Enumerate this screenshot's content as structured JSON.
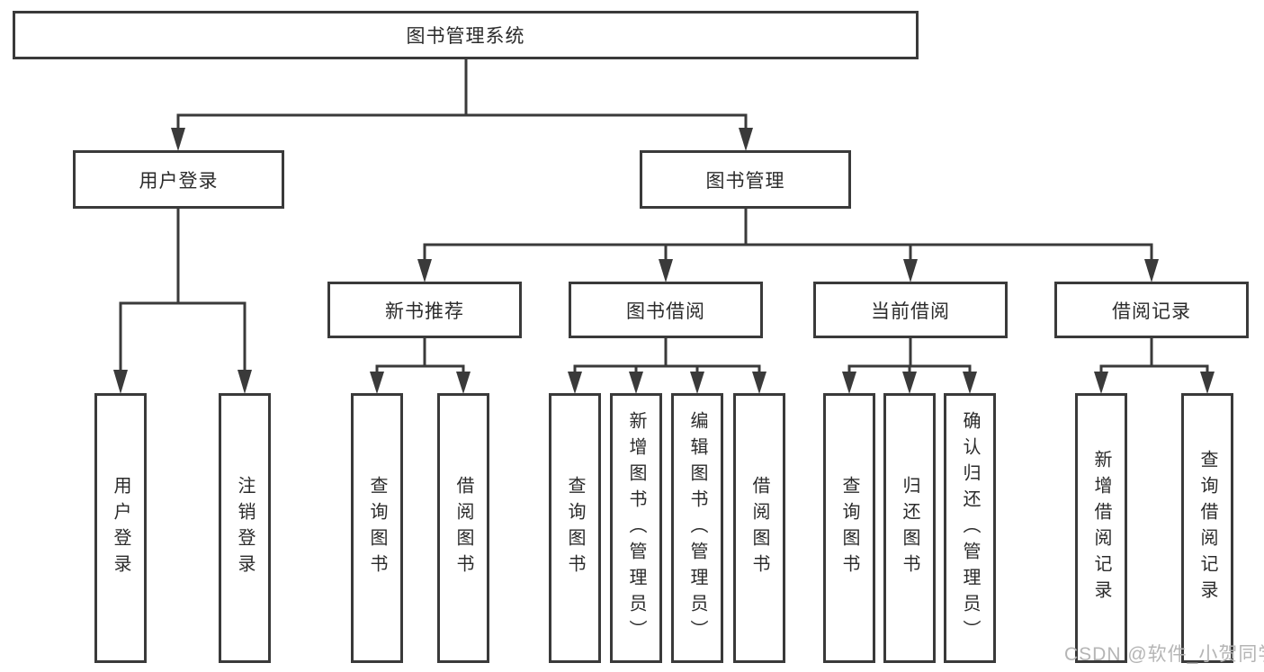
{
  "diagram": {
    "root": {
      "label": "图书管理系统"
    },
    "branches": [
      {
        "label": "用户登录",
        "children": [
          {
            "label": "用户登录"
          },
          {
            "label": "注销登录"
          }
        ]
      },
      {
        "label": "图书管理",
        "children": [
          {
            "label": "新书推荐",
            "children": [
              {
                "label": "查询图书"
              },
              {
                "label": "借阅图书"
              }
            ]
          },
          {
            "label": "图书借阅",
            "children": [
              {
                "label": "查询图书"
              },
              {
                "label": "新增图书（管理员）"
              },
              {
                "label": "编辑图书（管理员）"
              },
              {
                "label": "借阅图书"
              }
            ]
          },
          {
            "label": "当前借阅",
            "children": [
              {
                "label": "查询图书"
              },
              {
                "label": "归还图书"
              },
              {
                "label": "确认归还（管理员）"
              }
            ]
          },
          {
            "label": "借阅记录",
            "children": [
              {
                "label": "新增借阅记录"
              },
              {
                "label": "查询借阅记录"
              }
            ]
          }
        ]
      }
    ],
    "watermark": "CSDN @软件_小贺同学",
    "colors": {
      "line": "#3a3a3a",
      "text": "#2b2b2b",
      "box_fill": "#ffffff",
      "watermark": "#b5b5b5",
      "background": "#ffffff"
    }
  }
}
